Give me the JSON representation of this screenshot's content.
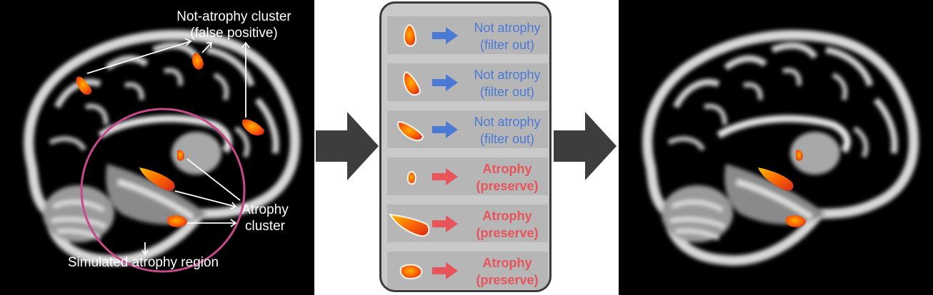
{
  "left_labels": {
    "not_atrophy_line1": "Not-atrophy cluster",
    "not_atrophy_line2": "(false positive)",
    "atrophy_line1": "Atrophy",
    "atrophy_line2": "cluster",
    "region": "Simulated atrophy region"
  },
  "filter_rows": [
    {
      "line1": "Not atrophy",
      "line2": "(filter out)",
      "kind": "not_atrophy"
    },
    {
      "line1": "Not atrophy",
      "line2": "(filter out)",
      "kind": "not_atrophy"
    },
    {
      "line1": "Not atrophy",
      "line2": "(filter out)",
      "kind": "not_atrophy"
    },
    {
      "line1": "Atrophy",
      "line2": "(preserve)",
      "kind": "atrophy"
    },
    {
      "line1": "Atrophy",
      "line2": "(preserve)",
      "kind": "atrophy"
    },
    {
      "line1": "Atrophy",
      "line2": "(preserve)",
      "kind": "atrophy"
    }
  ],
  "colors": {
    "not_atrophy": "#4a79d6",
    "atrophy": "#e8545a",
    "circle": "#c8488c",
    "cluster_core": "#ff7a00",
    "cluster_edge": "#e0301c",
    "flow_arrow": "#3d3d3d"
  }
}
